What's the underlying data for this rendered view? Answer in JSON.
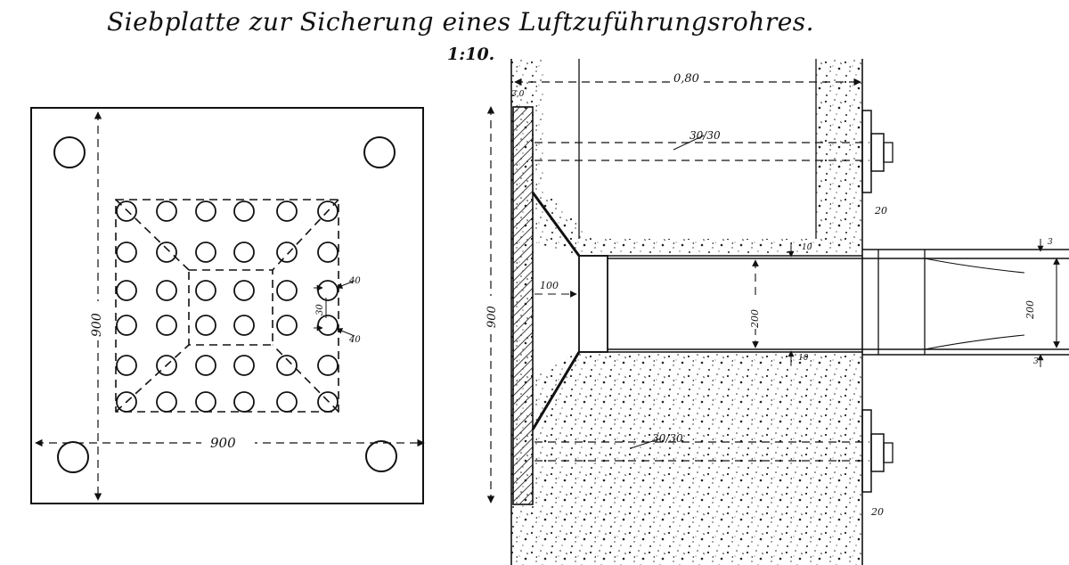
{
  "title": "Siebplatte zur Sicherung eines Luftzuführungsrohres.",
  "scale": "1:10.",
  "plan_view": {
    "width_dim": "900",
    "height_dim": "900",
    "hole_dim_upper": "40",
    "hole_dim_lower": "40",
    "hole_spacing": "30"
  },
  "section_view": {
    "wall_thickness": "0,80",
    "upper_bolt": "30/30",
    "lower_bolt": "30/30",
    "upper_bolt_size": "20",
    "lower_bolt_size": "20",
    "plate_thickness": "3,0",
    "plate_height": "900",
    "gap": "100",
    "pipe_diameter": "200",
    "pipe_diameter_right": "200",
    "pipe_wall_upper": "10",
    "pipe_wall_lower": "10",
    "pipe_wall_right_upper": "3",
    "pipe_wall_right_lower": "3"
  }
}
